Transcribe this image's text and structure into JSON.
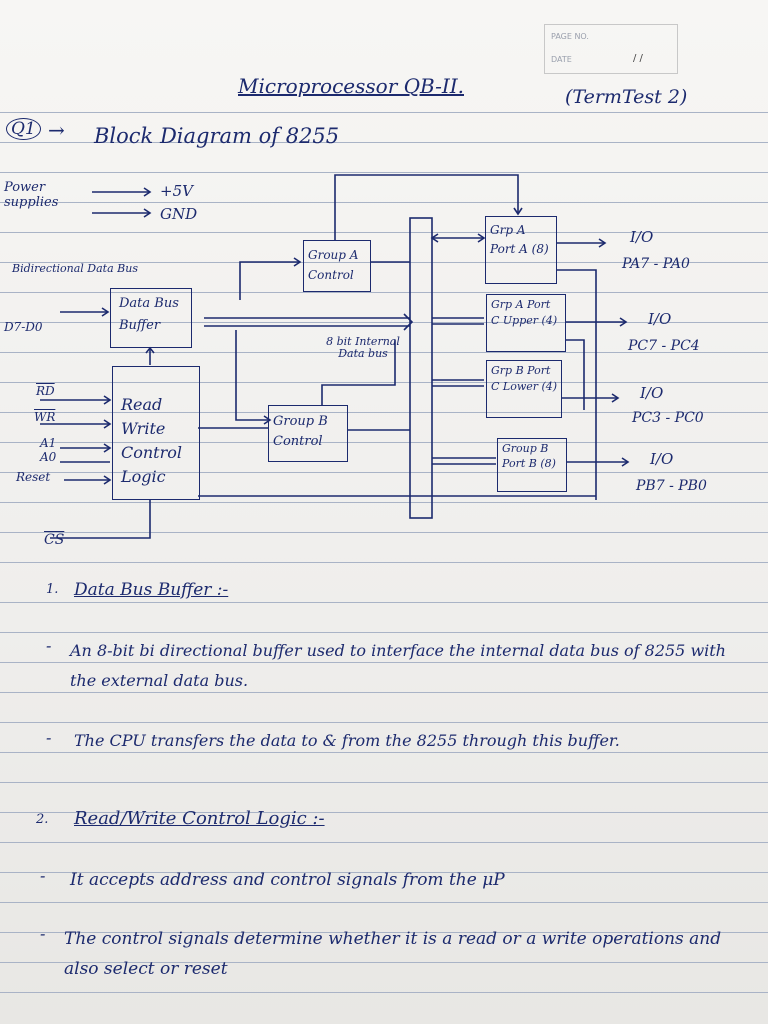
{
  "header": {
    "page_no_label": "PAGE NO.",
    "date_label": "DATE",
    "date_value": "/ /",
    "title": "Microprocessor QB-II.",
    "subtitle": "(TermTest 2)"
  },
  "question": {
    "number": "Q1",
    "arrow": "→",
    "text": "Block Diagram of 8255"
  },
  "diagram": {
    "power_label": "Power supplies",
    "vcc": "+5V",
    "gnd": "GND",
    "bidir_label": "Bidirectional Data Bus",
    "d_bus": "D7-D0",
    "data_bus_buffer": "Data Bus Buffer",
    "internal_bus": "8 bit Internal Data bus",
    "group_a_control": "Group A Control",
    "group_b_control": "Group B Control",
    "rw_logic": "Read Write Control Logic",
    "signals": [
      "RD",
      "WR",
      "A1",
      "A0",
      "Reset"
    ],
    "cs": "CS",
    "grp_a_port_a": "Grp A Port A (8)",
    "grp_a_port_c_upper": "Grp A Port C Upper (4)",
    "grp_b_port_c_lower": "Grp B Port C Lower (4)",
    "grp_b_port_b": "Group B Port B (8)",
    "io_labels": [
      "I/O",
      "I/O",
      "I/O",
      "I/O"
    ],
    "io_pins": [
      "PA7 - PA0",
      "PC7 - PC4",
      "PC3 - PC0",
      "PB7 - PB0"
    ]
  },
  "sections": [
    {
      "number": "1.",
      "heading": "Data Bus Buffer :-",
      "points": [
        "An 8-bit bi directional buffer used to interface the internal data bus of 8255 with the external data bus.",
        "The CPU transfers the data to & from the 8255 through this buffer."
      ]
    },
    {
      "number": "2.",
      "heading": "Read/Write Control Logic :-",
      "points": [
        "It accepts address and control signals from the μP",
        "The control signals determine whether it is a read or a write operations and also select or reset"
      ]
    }
  ]
}
